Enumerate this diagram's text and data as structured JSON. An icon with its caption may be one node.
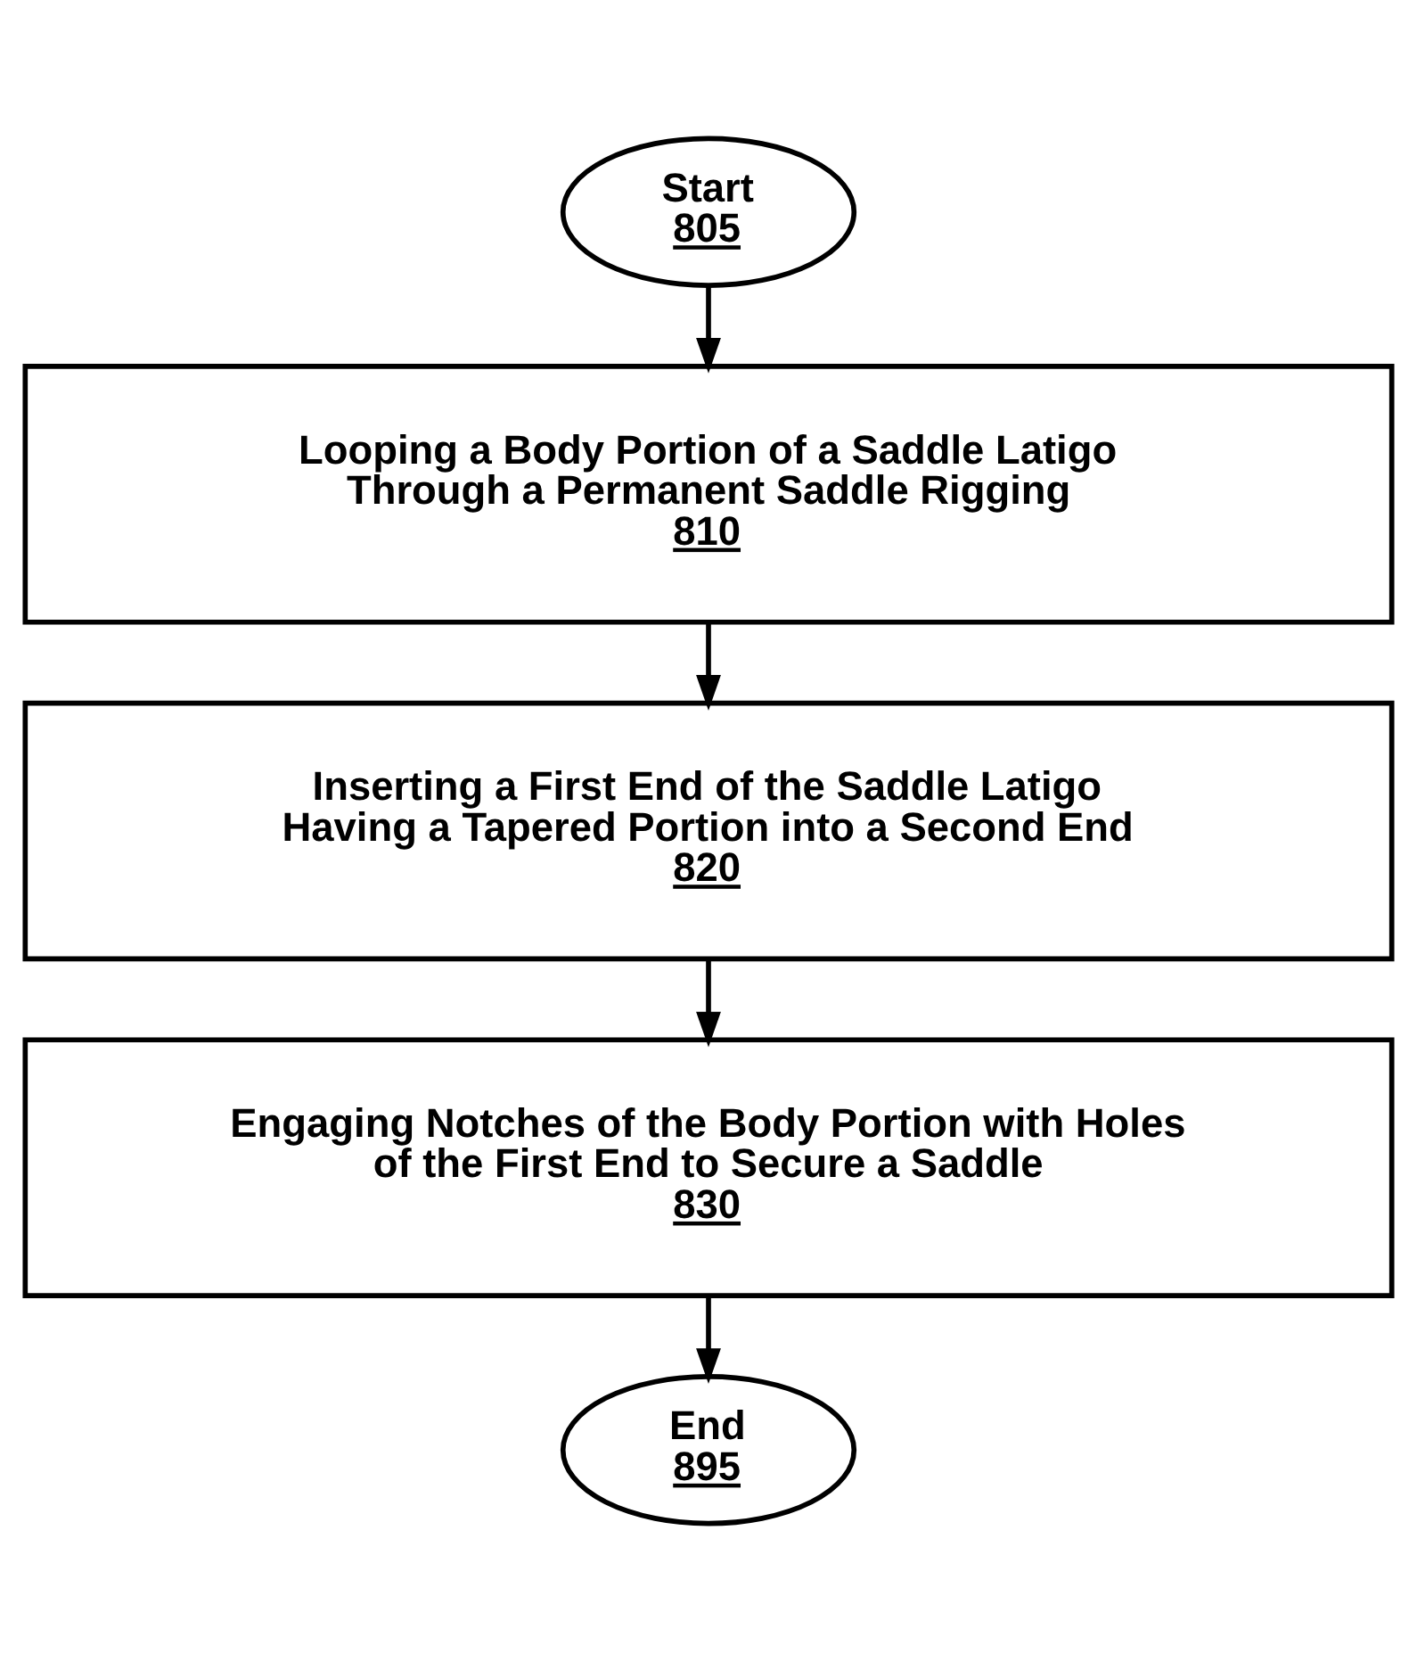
{
  "diagram": {
    "nodes": [
      {
        "text": [
          "Start",
          "805"
        ]
      },
      {
        "text": [
          "Looping a Body Portion of a Saddle Latigo Through a Permanent Saddle Rigging",
          "810"
        ]
      },
      {
        "text": [
          "Inserting a First End of the Saddle Latigo Having a Tapered Portion into a Second End",
          "820"
        ]
      },
      {
        "text": [
          "Engaging Notches of the Body Portion with Holes of the First End to Secure a Saddle",
          "830"
        ]
      },
      {
        "text": [
          "End",
          "895"
        ]
      }
    ],
    "edges": [
      {
        "from": 0,
        "to": 1,
        "arrow": "to"
      },
      {
        "from": 1,
        "to": 2,
        "arrow": "to"
      },
      {
        "from": 2,
        "to": 3,
        "arrow": "to"
      },
      {
        "from": 3,
        "to": 4,
        "arrow": "to"
      }
    ]
  }
}
